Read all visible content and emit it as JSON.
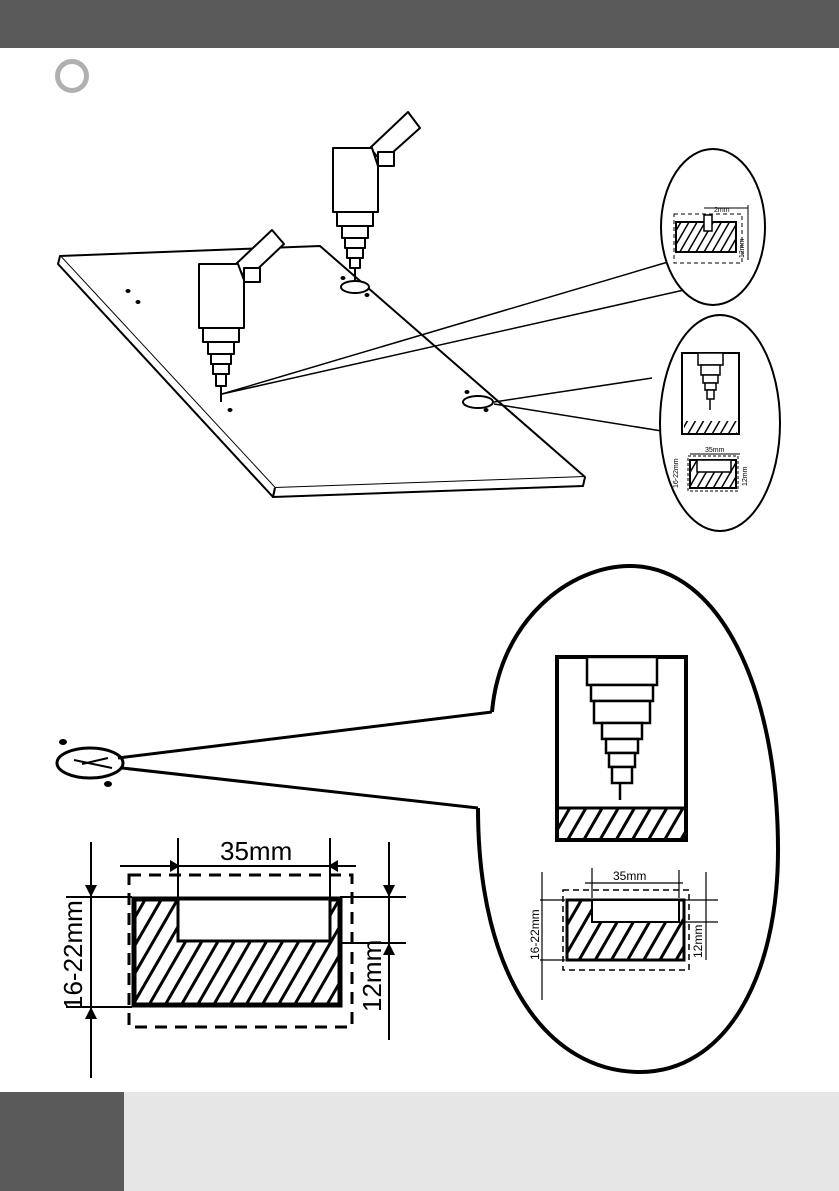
{
  "colors": {
    "header_bar": "#5a5a5a",
    "footer_band": "#e6e6e6",
    "footer_tab": "#5a5a5a",
    "step_circle": "#b0b0b0",
    "line": "#000000"
  },
  "icons": {
    "step_marker": "step-circle-icon",
    "drill": "hand-drill-icon"
  },
  "labels": {
    "detail_top_depth": "2mm",
    "detail_top_hole": "12mm",
    "detail_mid_width": "35mm",
    "detail_mid_thickness": "16-22mm",
    "detail_mid_depth": "12mm",
    "large_width": "35mm",
    "large_thickness": "16-22mm",
    "large_depth": "12mm",
    "zoom_width": "35mm",
    "zoom_thickness": "16-22mm",
    "zoom_depth": "12mm"
  }
}
